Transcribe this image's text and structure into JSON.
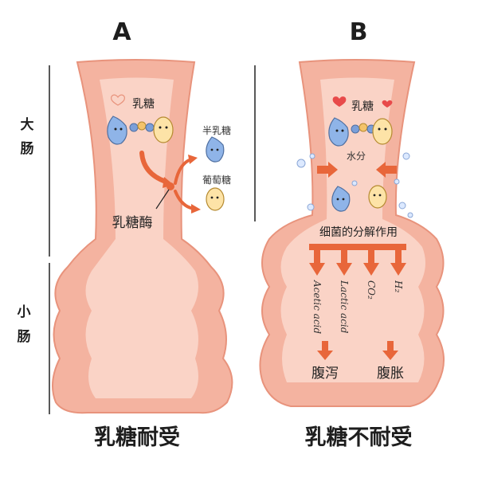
{
  "panels": {
    "a": {
      "letter": "A",
      "caption": "乳糖耐受"
    },
    "b": {
      "letter": "B",
      "caption": "乳糖不耐受"
    }
  },
  "regions": {
    "large_intestine": [
      "大",
      "肠"
    ],
    "small_intestine": [
      "小",
      "肠"
    ]
  },
  "panel_a": {
    "lactose": "乳糖",
    "glucose": "葡萄糖",
    "galactose": "半乳糖",
    "enzyme": "乳糖酶"
  },
  "panel_b": {
    "lactose": "乳糖",
    "water": "水分",
    "bacteria": "细菌的分解作用",
    "products": [
      "Acetic acid",
      "Lactic acid",
      "CO₂",
      "H₂"
    ],
    "symptoms": [
      "腹泻",
      "腹胀"
    ]
  },
  "colors": {
    "intestine_outer": "#f4b3a0",
    "intestine_inner": "#fbd6ca",
    "intestine_outline": "#e8937c",
    "arrow": "#e8663a",
    "bubble": "#dce9ff",
    "molecule_blue": "#8fb4e8",
    "molecule_yellow": "#fde3a7",
    "heart": "#e84a4a"
  }
}
